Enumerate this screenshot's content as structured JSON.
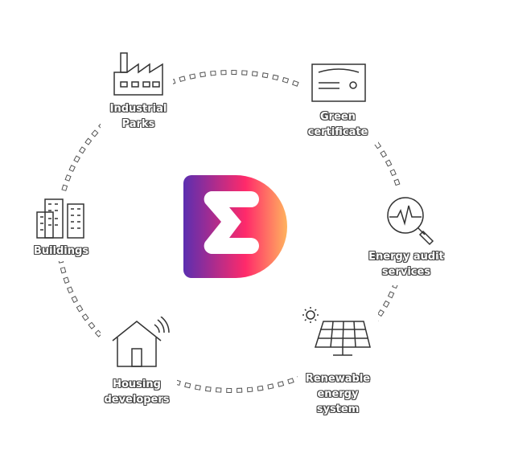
{
  "center_logo": {
    "name": "E logo",
    "colors": [
      "#5b2eb0",
      "#ff2a6a",
      "#ffb35e"
    ]
  },
  "nodes": [
    {
      "id": "industrial",
      "label_lines": [
        "Industrial",
        "Parks"
      ],
      "icon": "factory-icon"
    },
    {
      "id": "green",
      "label_lines": [
        "Green",
        "certificate"
      ],
      "icon": "certificate-icon"
    },
    {
      "id": "audit",
      "label_lines": [
        "Energy audit",
        "services"
      ],
      "icon": "magnifier-pulse-icon"
    },
    {
      "id": "renewable",
      "label_lines": [
        "Renewable",
        "energy",
        "system"
      ],
      "icon": "solar-panel-icon"
    },
    {
      "id": "housing",
      "label_lines": [
        "Housing",
        "developers"
      ],
      "icon": "smart-house-icon"
    },
    {
      "id": "buildings",
      "label_lines": [
        "Buildings"
      ],
      "icon": "buildings-icon"
    }
  ]
}
